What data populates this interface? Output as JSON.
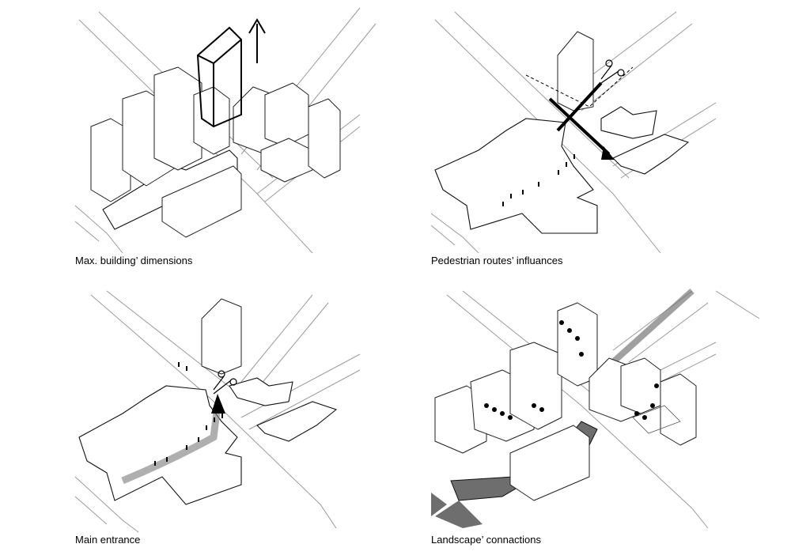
{
  "panels": [
    {
      "caption": "Max. building’ dimensions"
    },
    {
      "caption": "Pedestrian routes’ influances"
    },
    {
      "caption": "Main entrance"
    },
    {
      "caption": "Landscape’ connactions"
    }
  ],
  "colors": {
    "line": "#222222",
    "road": "#9a9a9a",
    "fill_dark": "#6e6e6e",
    "background": "#ffffff"
  }
}
